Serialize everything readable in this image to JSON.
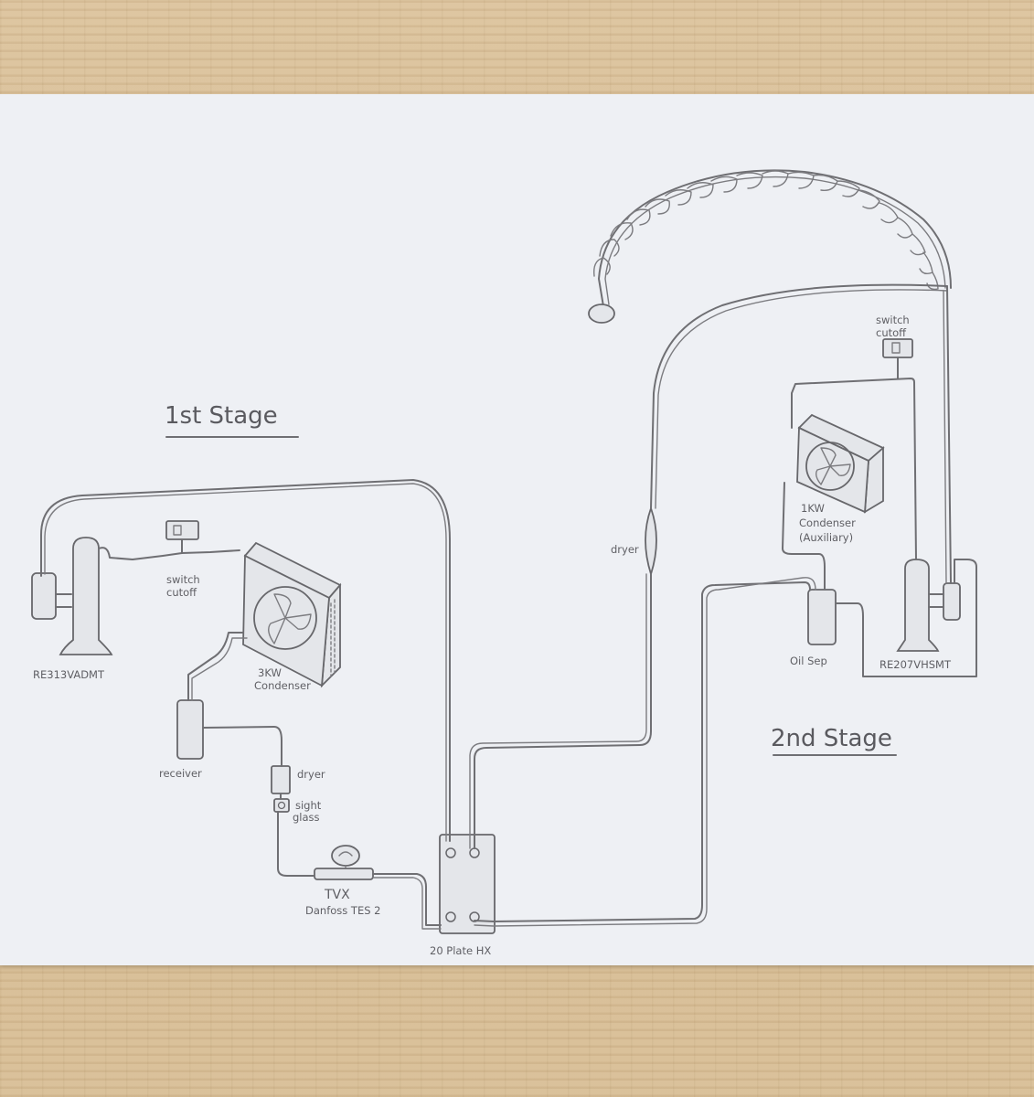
{
  "stage1": {
    "title": "1st Stage",
    "compressor": "RE313VADMT",
    "switch_line1": "switch",
    "switch_line2": "cutoff",
    "condenser_line1": "3KW",
    "condenser_line2": "Condenser",
    "receiver": "receiver",
    "dryer": "dryer",
    "sight_line1": "sight",
    "sight_line2": "glass",
    "tvx": "TVX",
    "tvx_model": "Danfoss TES 2",
    "hx": "20 Plate HX"
  },
  "stage2": {
    "title": "2nd Stage",
    "switch_line1": "switch",
    "switch_line2": "cutoff",
    "condenser_line1": "1KW",
    "condenser_line2": "Condenser",
    "condenser_line3": "(Auxiliary)",
    "dryer": "dryer",
    "oil_sep": "Oil Sep",
    "compressor": "RE207VHSMT"
  },
  "colors": {
    "pencil": "#6f6f73",
    "paper": "#eef0f4",
    "wood": "#d6bd95"
  }
}
